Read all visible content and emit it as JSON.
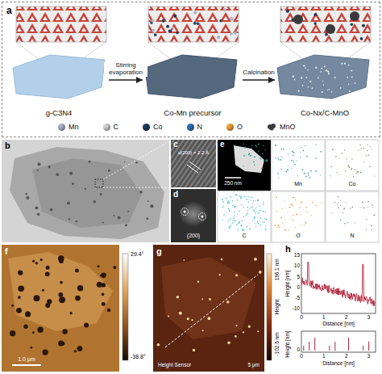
{
  "diagram": {
    "nodes": [
      {
        "text": [
          "a"
        ]
      },
      {
        "text": [
          "g-C3N4"
        ],
        "in": 0
      },
      {
        "text": [
          "Co-Mn precursor"
        ],
        "in": 0
      },
      {
        "text": [
          "Co-Nx/C-MnO"
        ],
        "in": 0
      }
    ],
    "edges": [
      {
        "from": 1,
        "to": 2,
        "arrow": "to",
        "label": "Stirring evaporation"
      },
      {
        "from": 2,
        "to": 3,
        "arrow": "to",
        "label": "Calcination"
      }
    ],
    "labels": [
      "b",
      "c",
      "d(200) = 2.2 Å",
      "d",
      "(200)",
      "e",
      "250 nm",
      "Mn",
      "Co",
      "C",
      "O",
      "N",
      "f",
      "29.4°",
      "-38.8°",
      "1.0 μm",
      "g",
      "Height Sensor",
      "5 μm",
      "136.1 nm",
      "Height",
      "-102.5 nm",
      "h",
      "Height [nm]",
      "15",
      "10",
      "5",
      "0",
      "-5",
      "-10",
      "0",
      "1",
      "2",
      "3",
      "Distance [nm]",
      "Height [nm]",
      "0",
      "0",
      "1",
      "2",
      "3",
      "Distance [nm]"
    ],
    "legend": [
      {
        "text": "Mn",
        "color": "#a9b4c8"
      },
      {
        "text": "C",
        "color": "#d0d0d0"
      },
      {
        "text": "Co",
        "color": "#1f3b5c"
      },
      {
        "text": "N",
        "color": "#2e6fb5"
      },
      {
        "text": "O",
        "color": "#f0a23a"
      },
      {
        "text": "MnO"
      }
    ]
  }
}
